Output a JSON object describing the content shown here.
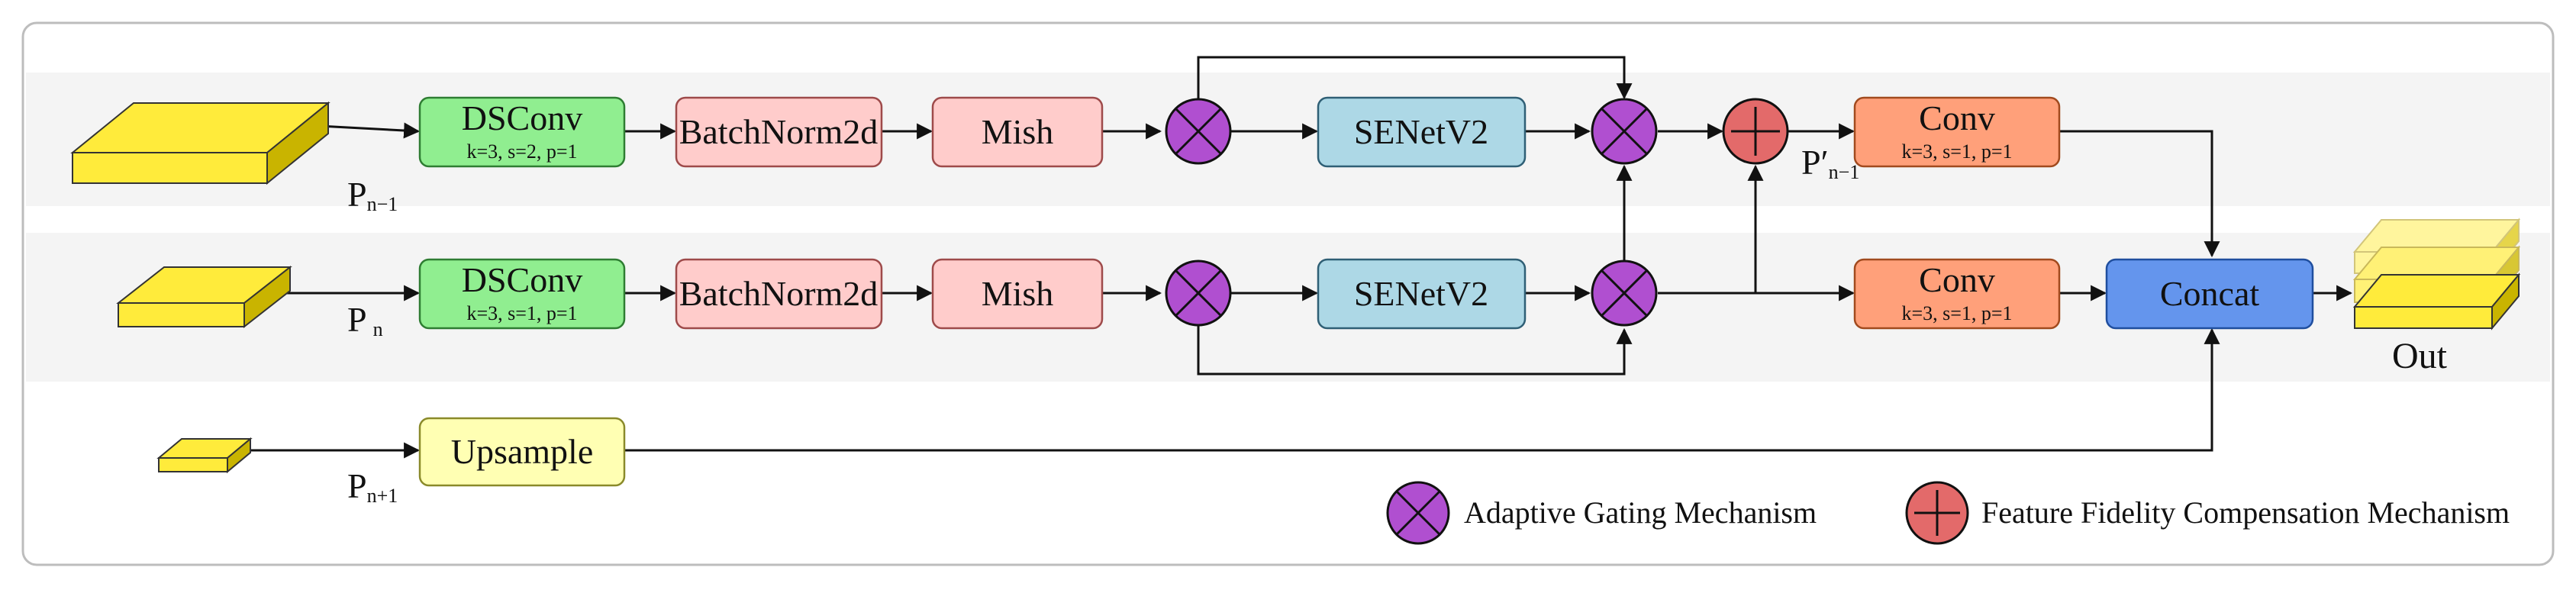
{
  "blocks": {
    "dsconv1": {
      "label": "DSConv",
      "params": "k=3,  s=2,  p=1",
      "color": "#90EE90"
    },
    "dsconv2": {
      "label": "DSConv",
      "params": "k=3,  s=1,  p=1",
      "color": "#90EE90"
    },
    "batchnorm1": {
      "label": "BatchNorm2d",
      "color": "#FFCCCB"
    },
    "batchnorm2": {
      "label": "BatchNorm2d",
      "color": "#FFCCCB"
    },
    "mish1": {
      "label": "Mish",
      "color": "#FFCCCB"
    },
    "mish2": {
      "label": "Mish",
      "color": "#FFCCCB"
    },
    "senet1": {
      "label": "SENetV2",
      "color": "#ADD8E6"
    },
    "senet2": {
      "label": "SENetV2",
      "color": "#ADD8E6"
    },
    "conv1": {
      "label": "Conv",
      "params": "k=3,  s=1,  p=1",
      "color": "#FFA07A"
    },
    "conv2": {
      "label": "Conv",
      "params": "k=3,  s=1,  p=1",
      "color": "#FFA07A"
    },
    "concat": {
      "label": "Concat",
      "color": "#6495ED"
    },
    "upsample": {
      "label": "Upsample",
      "color": "#FFFFB3"
    }
  },
  "inputs": {
    "p_prev": {
      "main": "P",
      "sub": "n−1"
    },
    "p_cur": {
      "main": "P",
      "sub": "n"
    },
    "p_next": {
      "main": "P",
      "sub": "n+1"
    },
    "p_prime": {
      "main": "P′",
      "sub": "n−1"
    }
  },
  "output": {
    "label": "Out"
  },
  "legend": {
    "gating": "Adaptive Gating Mechanism",
    "fidelity": "Feature Fidelity Compensation Mechanism"
  },
  "colors": {
    "gate": "#B04FD0",
    "plus": "#E36A6A",
    "feature_map": "#FFEB3B",
    "feature_map_side": "#C9B400"
  }
}
